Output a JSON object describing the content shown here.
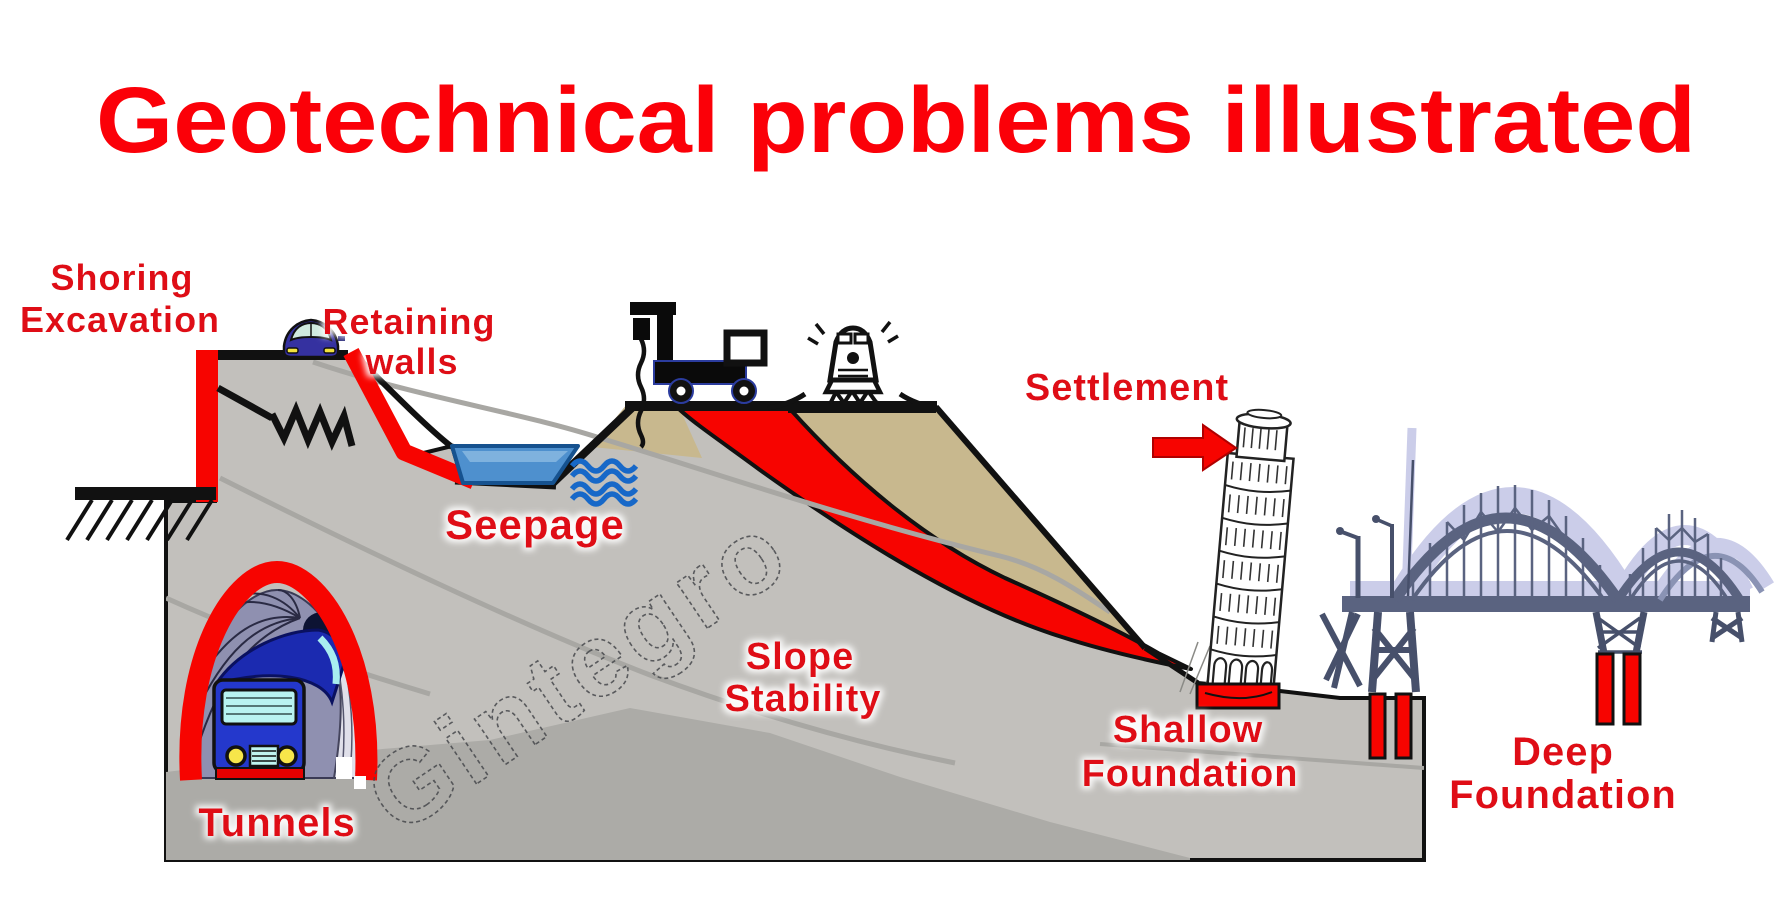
{
  "title": "Geotechnical problems illustrated",
  "watermark": "Gintegro",
  "labels": {
    "shoring1": "Shoring",
    "shoring2": "Excavation",
    "retaining1": "Retaining",
    "retaining2": "walls",
    "seepage": "Seepage",
    "tunnels": "Tunnels",
    "slope1": "Slope",
    "slope2": "Stability",
    "settlement": "Settlement",
    "shallow1": "Shallow",
    "shallow2": "Foundation",
    "deep1": "Deep",
    "deep2": "Foundation"
  },
  "palette": {
    "title_red": "#FB0008",
    "label_red": "#DF1016",
    "hazard_red": "#F70400",
    "ground_gray": "#C2C0BC",
    "ground_dark_gray": "#ACABA7",
    "layer_line_gray": "#A8A7A3",
    "soil_tan": "#C8B88E",
    "pond_blue": "#4E90CE",
    "wave_blue": "#1768C8",
    "bridge_steel": "#5A6380",
    "bridge_glow": "#C9CBE8",
    "train_blue": "#2438CC",
    "car_blue": "#3531A0",
    "outline_black": "#111111"
  },
  "icons": {
    "car": "car-icon",
    "drill_rig": "drill-rig-truck-icon",
    "compactor": "vibratory-compactor-icon",
    "tieback_anchor": "tieback-anchor-icon",
    "pond": "seepage-pond-icon",
    "waves": "water-waves-icon",
    "tunnel": "tunnel-portal-icon",
    "train": "train-icon",
    "slip_surface": "slope-failure-zone",
    "leaning_tower": "leaning-tower-icon",
    "settlement_arrow": "settlement-arrow-icon",
    "foundation_pad": "shallow-foundation-pad-icon",
    "piles": "deep-foundation-piles-icon",
    "bridge": "arch-bridge-icon"
  }
}
